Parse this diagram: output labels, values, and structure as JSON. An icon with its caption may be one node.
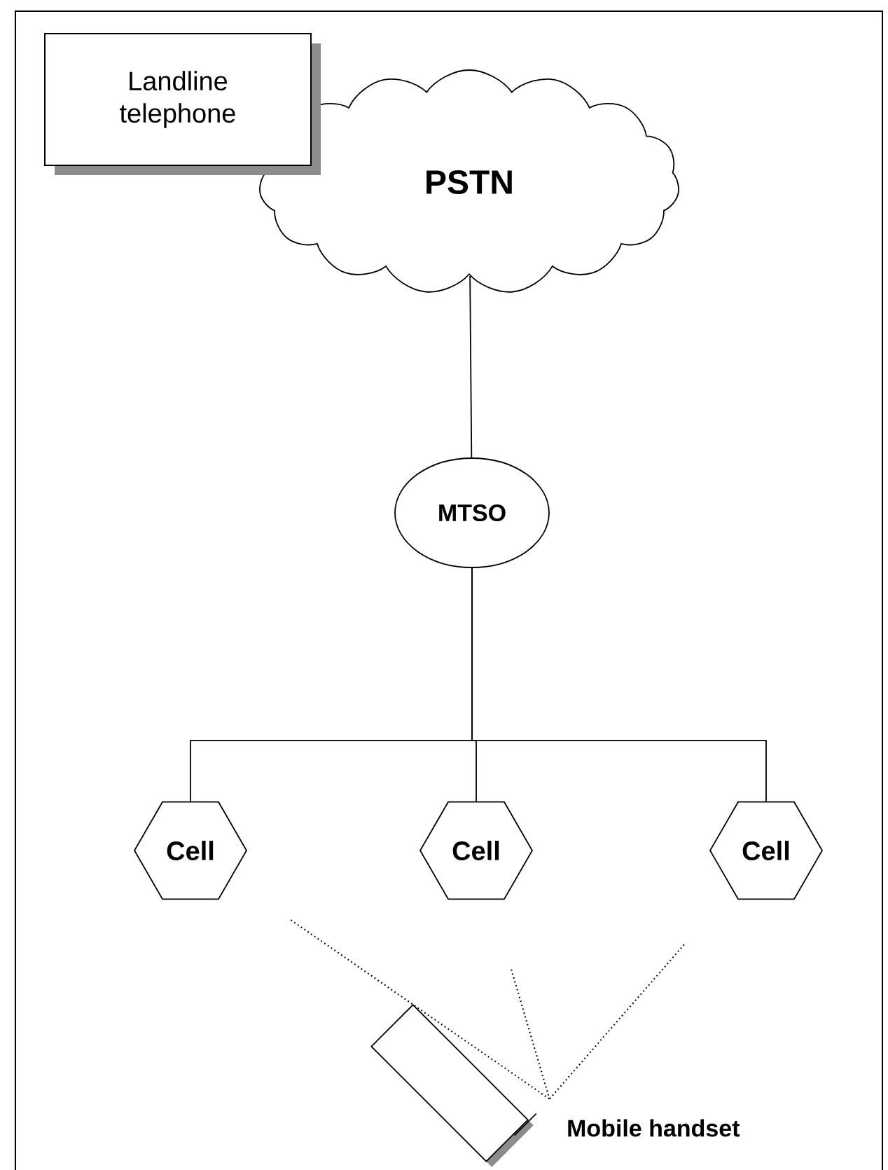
{
  "diagram": {
    "nodes": [
      {
        "text": [
          "Landline telephone"
        ]
      },
      {
        "text": [
          "PSTN"
        ]
      },
      {
        "text": [
          "MTSO"
        ]
      },
      {
        "text": [
          "Cell"
        ]
      },
      {
        "text": [
          "Cell"
        ]
      },
      {
        "text": [
          "Cell"
        ]
      },
      {
        "text": [],
        "shape": "box",
        "beside": [
          "Mobile handset"
        ]
      }
    ],
    "edges": [
      {
        "from": 1,
        "to": 2,
        "arrow": "none"
      },
      {
        "from": 2,
        "to": 3,
        "arrow": "none"
      },
      {
        "from": 2,
        "to": 4,
        "arrow": "none"
      },
      {
        "from": 2,
        "to": 5,
        "arrow": "none"
      },
      {
        "from": 3,
        "to": 6,
        "arrow": "none",
        "style": "dashed"
      },
      {
        "from": 4,
        "to": 6,
        "arrow": "none",
        "style": "dashed"
      },
      {
        "from": 5,
        "to": 6,
        "arrow": "none",
        "style": "dashed"
      }
    ]
  }
}
